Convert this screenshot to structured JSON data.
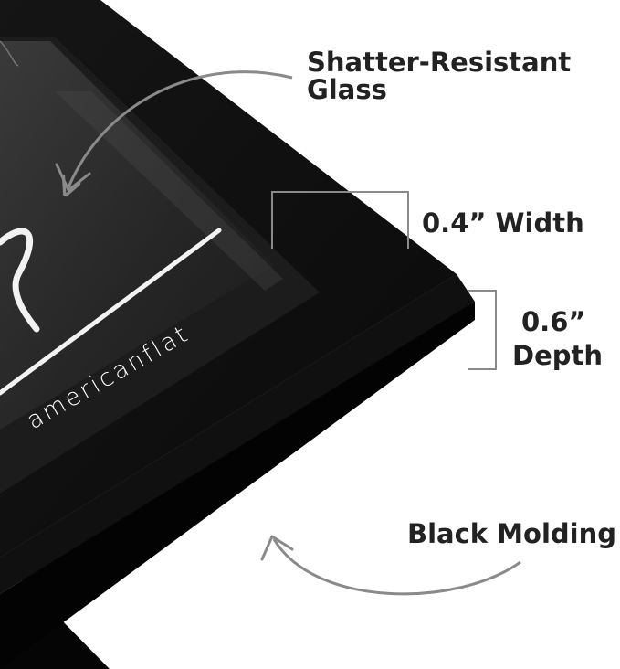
{
  "brand": {
    "logo_text": "americanflat"
  },
  "callouts": {
    "glass_line1": "Shatter-Resistant",
    "glass_line2": "Glass",
    "width": "0.4” Width",
    "depth_line1": "0.6”",
    "depth_line2": "Depth",
    "molding": "Black Molding"
  },
  "colors": {
    "frame_face": "#0e0e0e",
    "frame_side": "#050505",
    "glass_inner": "#2f2f2f",
    "callout_text": "#222222",
    "guide_line": "#8a8a8a"
  },
  "icons": {
    "glass_arrow": "curved-arrow-icon",
    "molding_arrow": "curved-arrow-icon",
    "width_bracket": "bracket-icon",
    "depth_bracket": "bracket-icon"
  }
}
